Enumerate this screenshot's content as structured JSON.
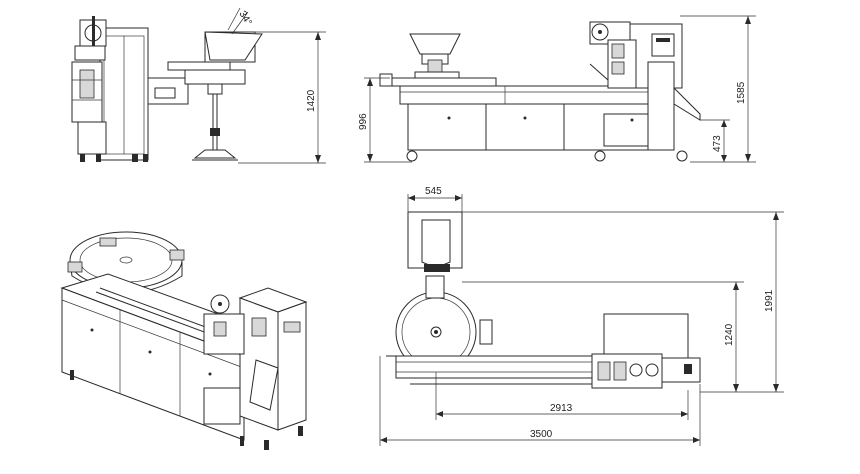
{
  "dimensions": {
    "side_height": "1420",
    "angle": "34°",
    "front_table_height": "996",
    "front_total_height": "1585",
    "front_outfeed_height": "473",
    "top_hopper_width": "545",
    "top_total_depth": "1991",
    "top_disc_depth": "1240",
    "top_conveyor_length": "2913",
    "top_total_length": "3500"
  },
  "colors": {
    "line": "#2a2a2a",
    "background": "#ffffff"
  }
}
